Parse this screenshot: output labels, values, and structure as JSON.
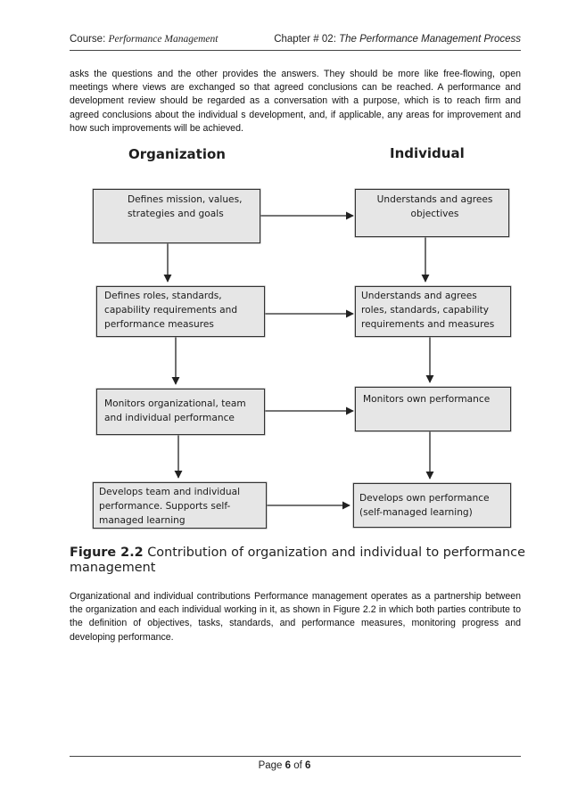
{
  "header": {
    "course_label": "Course: ",
    "course_name": "Performance Management",
    "chapter_label": "Chapter # 02: ",
    "chapter_name": "The Performance Management Process"
  },
  "paragraphs": {
    "intro": "asks the questions and the other provides the answers. They should be more like free-flowing, open meetings where views are exchanged so that agreed conclusions can be reached. A performance and development review should be regarded as a conversation with a purpose, which is to reach firm and agreed conclusions about the individual s development, and, if applicable, any areas for improvement and how such improvements will be achieved.",
    "closing": "Organizational and individual contributions Performance management operates as a partnership between the organization and each individual working in it, as shown in Figure 2.2 in which both parties contribute to the definition of objectives, tasks, standards, and performance measures, monitoring progress and developing performance."
  },
  "diagram": {
    "organization_title": "Organization",
    "individual_title": "Individual",
    "organization_steps": [
      "Defines mission, values, strategies and goals",
      "Defines roles, standards, capability requirements and performance measures",
      "Monitors organizational, team and individual performance",
      "Develops team and individual performance. Supports self-managed learning"
    ],
    "individual_steps": [
      "Understands and agrees objectives",
      "Understands and agrees roles, standards, capability requirements and measures",
      "Monitors own performance",
      "Develops own performance (self-managed learning)"
    ]
  },
  "figure": {
    "number": "Figure 2.2",
    "caption": "Contribution of organization and individual to performance management"
  },
  "footer": {
    "page_label": "Page ",
    "page_number": "6",
    "of_label": " of ",
    "page_total": "6"
  }
}
